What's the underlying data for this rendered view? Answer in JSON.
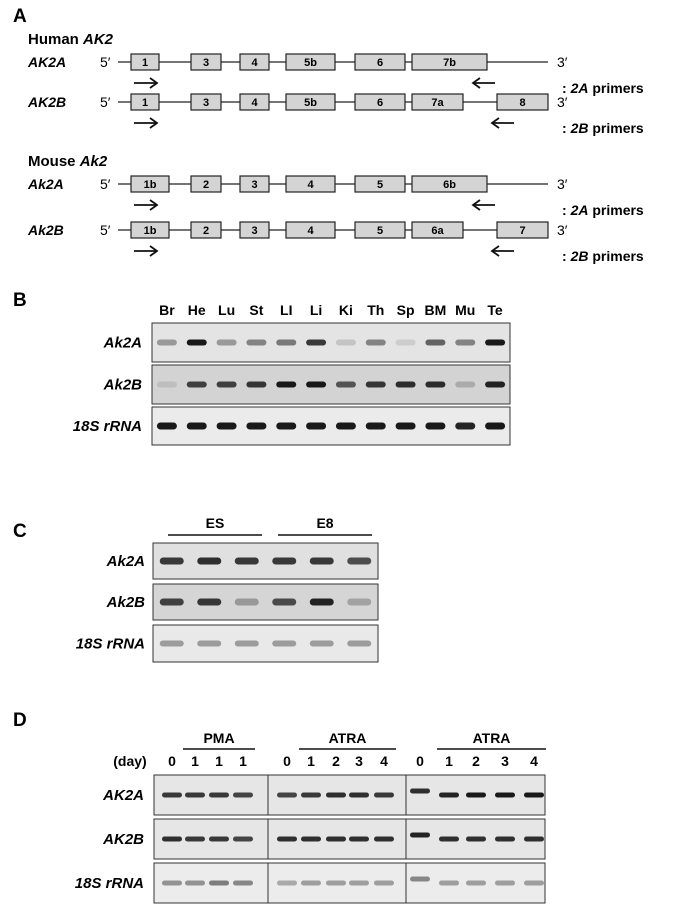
{
  "panels": {
    "A": {
      "letter": "A",
      "human": {
        "title": "Human AK2",
        "title_prefix": "Human ",
        "title_gene": "AK2",
        "tracks": [
          {
            "isoform": "AK2A",
            "five_prime": "5′",
            "three_prime": "3′",
            "exons": [
              "1",
              "3",
              "4",
              "5b",
              "6",
              "7b"
            ],
            "primers_italic": "2A",
            "primers_suffix": " primers",
            "primers_prefix": ": "
          },
          {
            "isoform": "AK2B",
            "five_prime": "5′",
            "three_prime": "3′",
            "exons": [
              "1",
              "3",
              "4",
              "5b",
              "6",
              "7a",
              "8"
            ],
            "primers_italic": "2B",
            "primers_suffix": " primers",
            "primers_prefix": ": "
          }
        ]
      },
      "mouse": {
        "title_prefix": "Mouse ",
        "title_gene": "Ak2",
        "tracks": [
          {
            "isoform": "Ak2A",
            "five_prime": "5′",
            "three_prime": "3′",
            "exons": [
              "1b",
              "2",
              "3",
              "4",
              "5",
              "6b"
            ],
            "primers_italic": "2A",
            "primers_suffix": " primers",
            "primers_prefix": ": "
          },
          {
            "isoform": "Ak2B",
            "five_prime": "5′",
            "three_prime": "3′",
            "exons": [
              "1b",
              "2",
              "3",
              "4",
              "5",
              "6a",
              "7"
            ],
            "primers_italic": "2B",
            "primers_suffix": " primers",
            "primers_prefix": ": "
          }
        ]
      }
    },
    "B": {
      "letter": "B",
      "lanes": [
        "Br",
        "He",
        "Lu",
        "St",
        "LI",
        "Li",
        "Ki",
        "Th",
        "Sp",
        "BM",
        "Mu",
        "Te"
      ],
      "rows": [
        {
          "label": "Ak2A",
          "bg": "#e4e4e4",
          "intensity": [
            0.35,
            0.95,
            0.35,
            0.45,
            0.5,
            0.8,
            0.15,
            0.45,
            0.1,
            0.6,
            0.45,
            0.95
          ]
        },
        {
          "label": "Ak2B",
          "bg": "#d3d3d3",
          "intensity": [
            0.1,
            0.75,
            0.75,
            0.8,
            0.95,
            0.95,
            0.65,
            0.8,
            0.85,
            0.85,
            0.2,
            0.9
          ]
        },
        {
          "label": "18S rRNA",
          "bg": "#ebebeb",
          "intensity": [
            0.95,
            0.95,
            0.95,
            0.95,
            0.95,
            0.95,
            0.95,
            0.95,
            0.95,
            0.95,
            0.9,
            0.95
          ]
        }
      ]
    },
    "C": {
      "letter": "C",
      "groups": [
        "ES",
        "E8"
      ],
      "rows": [
        {
          "label": "Ak2A",
          "bg": "#e0e0e0",
          "intensity": [
            0.8,
            0.85,
            0.8,
            0.8,
            0.8,
            0.7
          ]
        },
        {
          "label": "Ak2B",
          "bg": "#d5d5d5",
          "intensity": [
            0.75,
            0.8,
            0.3,
            0.7,
            0.9,
            0.25
          ]
        },
        {
          "label": "18S rRNA",
          "bg": "#e9e9e9",
          "intensity": [
            0.35,
            0.35,
            0.35,
            0.35,
            0.35,
            0.35
          ]
        }
      ]
    },
    "D": {
      "letter": "D",
      "day_label": "(day)",
      "groups": [
        {
          "label": "",
          "days": [
            "0"
          ]
        },
        {
          "label": "PMA",
          "days": [
            "1",
            "1",
            "1"
          ]
        },
        {
          "label": "",
          "days": [
            "0"
          ]
        },
        {
          "label": "ATRA",
          "days": [
            "1",
            "2",
            "3",
            "4"
          ]
        },
        {
          "label": "",
          "days": [
            "0"
          ]
        },
        {
          "label": "ATRA",
          "days": [
            "1",
            "2",
            "3",
            "4"
          ]
        }
      ],
      "rows": [
        {
          "label": "AK2A",
          "bg": "#e6e6e6",
          "intensity": [
            0.8,
            0.8,
            0.8,
            0.75,
            0.75,
            0.8,
            0.85,
            0.85,
            0.8,
            0.85,
            0.9,
            0.95,
            0.95,
            0.95
          ]
        },
        {
          "label": "AK2B",
          "bg": "#e6e6e6",
          "intensity": [
            0.85,
            0.8,
            0.8,
            0.75,
            0.85,
            0.85,
            0.85,
            0.85,
            0.85,
            0.9,
            0.85,
            0.85,
            0.85,
            0.85
          ]
        },
        {
          "label": "18S rRNA",
          "bg": "#ececec",
          "intensity": [
            0.4,
            0.4,
            0.5,
            0.45,
            0.3,
            0.35,
            0.35,
            0.35,
            0.35,
            0.45,
            0.35,
            0.35,
            0.35,
            0.35
          ]
        }
      ]
    }
  }
}
